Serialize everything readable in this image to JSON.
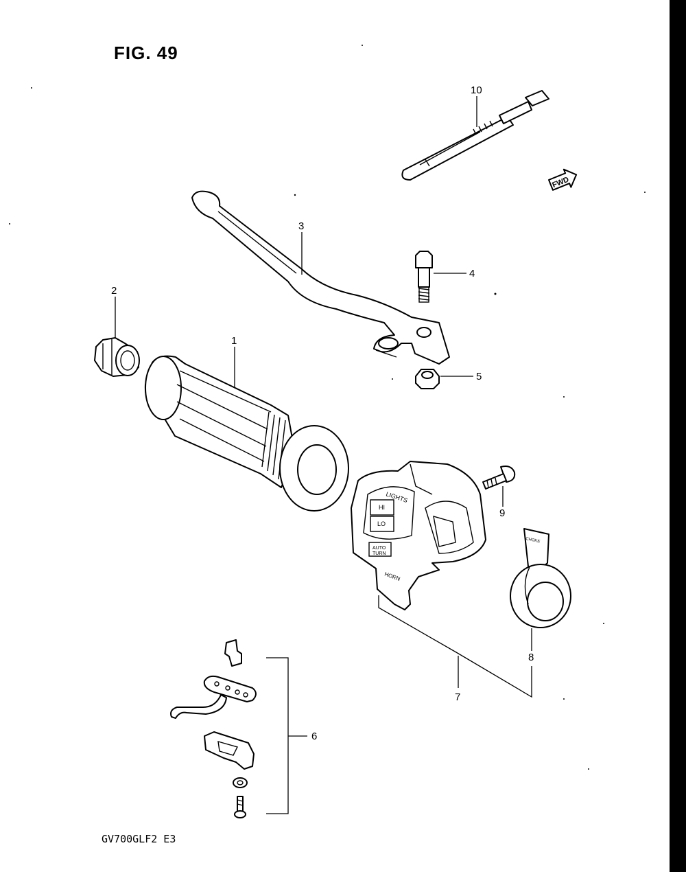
{
  "figure": {
    "title": "FIG. 49",
    "model_code": "GV700GLF2  E3",
    "direction_label": "FWD"
  },
  "callouts": {
    "c1": "1",
    "c2": "2",
    "c3": "3",
    "c4": "4",
    "c5": "5",
    "c6": "6",
    "c7": "7",
    "c8": "8",
    "c9": "9",
    "c10": "10"
  },
  "switch_labels": {
    "lights": "LIGHTS",
    "hi": "HI",
    "lo": "LO",
    "auto": "AUTO",
    "turn": "TURN",
    "horn": "HORN"
  },
  "choke_labels": {
    "choke": "CHOKE"
  },
  "colors": {
    "ink": "#000000",
    "paper": "#ffffff"
  }
}
